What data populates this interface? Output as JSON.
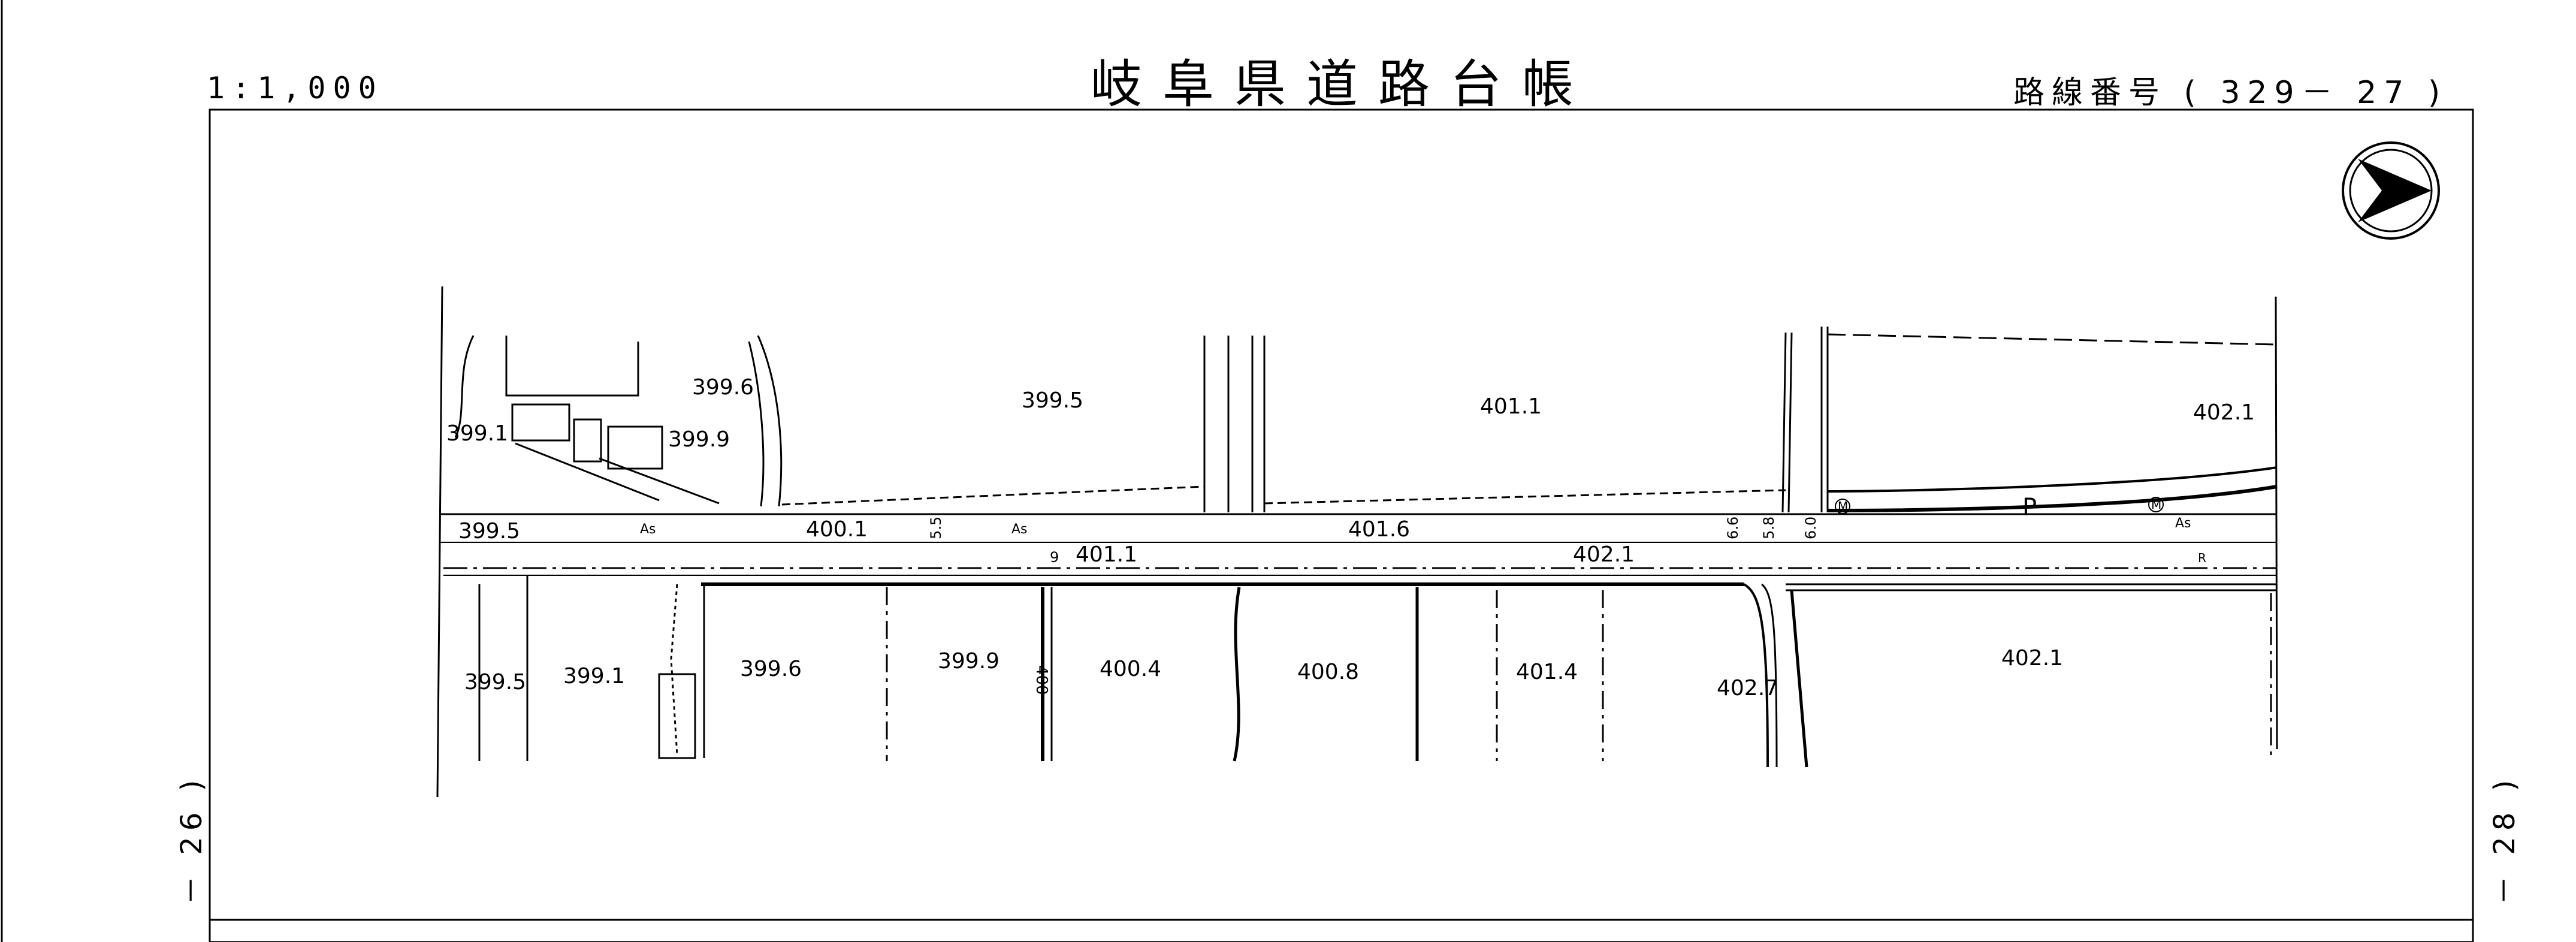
{
  "document": {
    "title": "岐阜県道路台帳",
    "scale": "1:1,000",
    "route_number": "路線番号 ( 329－ 27 )",
    "sheet_left": "－ 26 )",
    "sheet_right": "－ 28 )"
  },
  "north_arrow_icon": "north-arrow-icon",
  "map": {
    "elevations_north": [
      "399.6",
      "399.1",
      "399.9",
      "399.5",
      "401.1",
      "402.1"
    ],
    "elevations_road": [
      "399.5",
      "400.1",
      "401.1",
      "401.6",
      "402.1"
    ],
    "elevations_south": [
      "399.5",
      "399.1",
      "399.6",
      "399.9",
      "400.4",
      "400.8",
      "401.4",
      "402.7",
      "402.1"
    ],
    "surface_label": "As",
    "parking_label": "P",
    "contour_label": "400",
    "widths": [
      "5.5",
      "9",
      "6.6",
      "5.8",
      "6.0"
    ],
    "symbols": [
      "M",
      "R"
    ]
  }
}
